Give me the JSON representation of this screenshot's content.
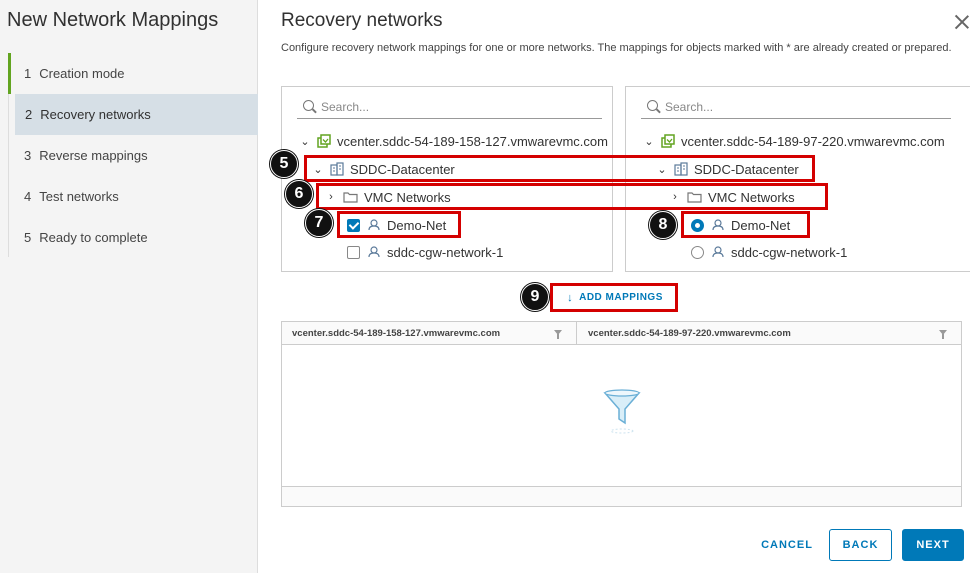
{
  "wizard": {
    "title": "New Network Mappings",
    "steps": [
      {
        "num": "1",
        "label": "Creation mode"
      },
      {
        "num": "2",
        "label": "Recovery networks"
      },
      {
        "num": "3",
        "label": "Reverse mappings"
      },
      {
        "num": "4",
        "label": "Test networks"
      },
      {
        "num": "5",
        "label": "Ready to complete"
      }
    ]
  },
  "main": {
    "title": "Recovery networks",
    "description": "Configure recovery network mappings for one or more networks. The mappings for objects marked with * are already created or prepared."
  },
  "left_tree": {
    "search_placeholder": "Search...",
    "vcenter": "vcenter.sddc-54-189-158-127.vmwarevmc.com",
    "datacenter": "SDDC-Datacenter",
    "folder": "VMC Networks",
    "networks": [
      {
        "name": "Demo-Net",
        "checked": true
      },
      {
        "name": "sddc-cgw-network-1",
        "checked": false
      }
    ]
  },
  "right_tree": {
    "search_placeholder": "Search...",
    "vcenter": "vcenter.sddc-54-189-97-220.vmwarevmc.com",
    "datacenter": "SDDC-Datacenter",
    "folder": "VMC Networks",
    "networks": [
      {
        "name": "Demo-Net",
        "selected": true
      },
      {
        "name": "sddc-cgw-network-1",
        "selected": false
      }
    ]
  },
  "callouts": [
    "5",
    "6",
    "7",
    "8",
    "9"
  ],
  "add_mappings_label": "ADD MAPPINGS",
  "grid": {
    "columns": [
      "vcenter.sddc-54-189-158-127.vmwarevmc.com",
      "vcenter.sddc-54-189-97-220.vmwarevmc.com"
    ]
  },
  "buttons": {
    "cancel": "CANCEL",
    "back": "BACK",
    "next": "NEXT"
  },
  "colors": {
    "accent": "#0079b8",
    "highlight": "#d40000",
    "vcenter_icon": "#62a420"
  }
}
